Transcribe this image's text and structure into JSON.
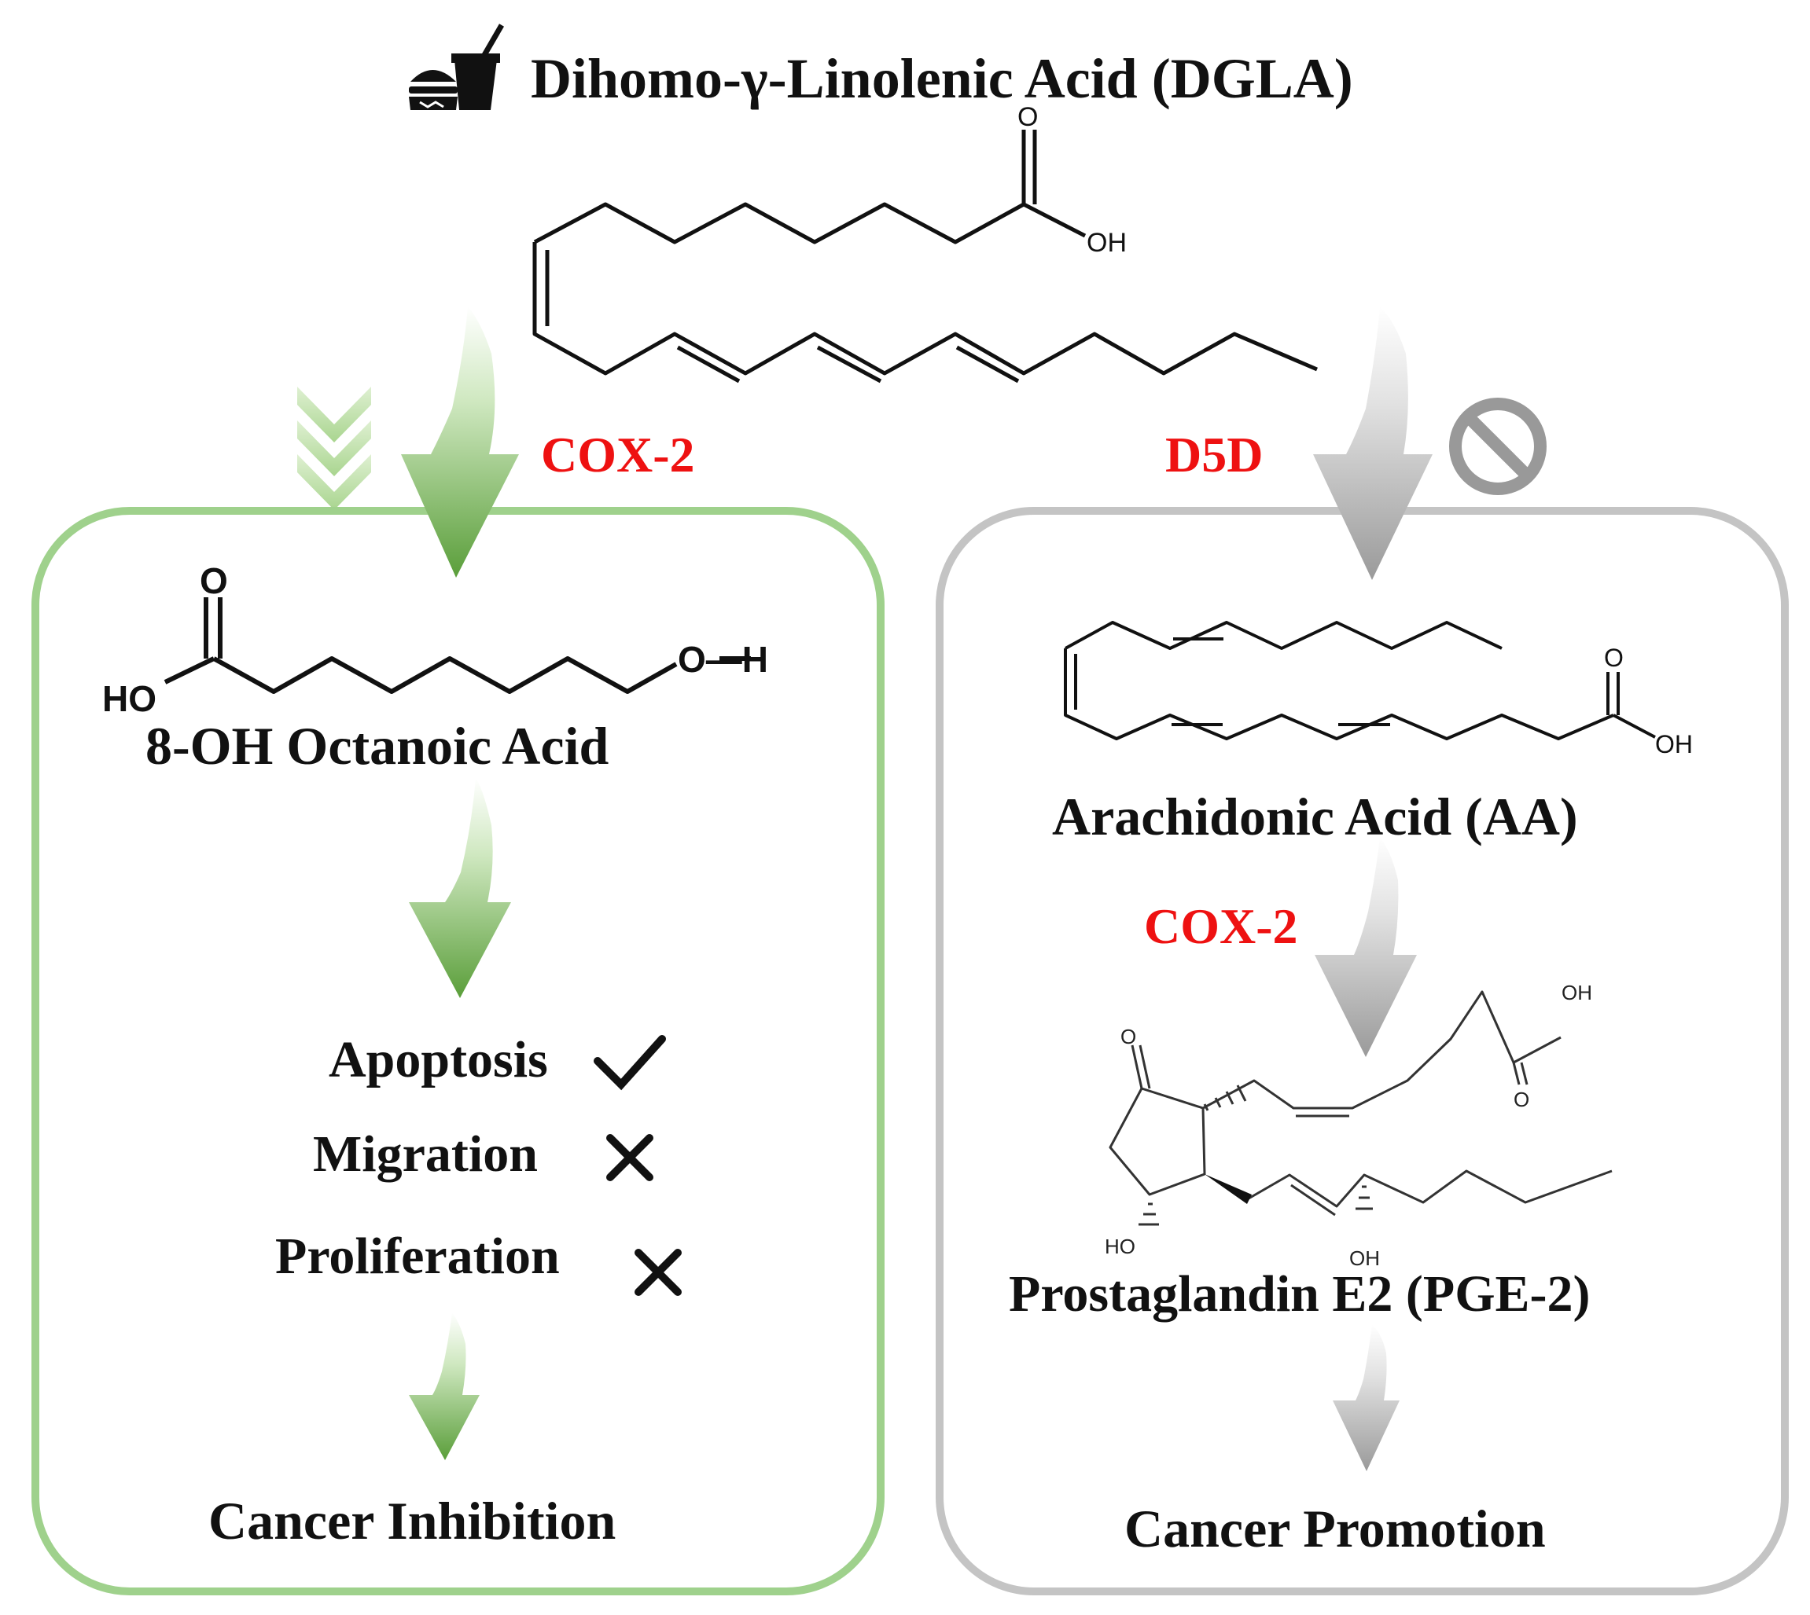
{
  "title": "Dihomo-γ-Linolenic Acid (DGLA)",
  "title_icon": "fast-food-icon",
  "enzymes": {
    "left": "COX-2",
    "right": "D5D",
    "right_second": "COX-2",
    "color": "#ee1111"
  },
  "left_panel": {
    "product": "8-OH Octanoic Acid",
    "effects": [
      {
        "label": "Apoptosis",
        "mark": "✓",
        "icon": "check-icon"
      },
      {
        "label": "Migration",
        "mark": "✕",
        "icon": "cross-icon"
      },
      {
        "label": "Proliferation",
        "mark": "✕",
        "icon": "cross-icon"
      }
    ],
    "outcome": "Cancer Inhibition",
    "border_color": "#9fd18c",
    "arrow_color": "#5a9e3a"
  },
  "right_panel": {
    "product": "Arachidonic Acid (AA)",
    "product_2": "Prostaglandin E2 (PGE-2)",
    "outcome": "Cancer Promotion",
    "border_color": "#c4c4c4",
    "arrow_color": "#9d9d9d",
    "blocked_icon": "prohibited-icon"
  },
  "atoms": {
    "dgla": {
      "O": "O",
      "OH": "OH"
    },
    "octanoic": {
      "O": "O",
      "HO": "HO",
      "OH": "O—H"
    },
    "aa": {
      "O": "O",
      "OH": "OH"
    },
    "pge2": {
      "OH_top": "OH",
      "O_top": "O",
      "O_ring": "O",
      "HO": "HO",
      "OH_side": "OH"
    }
  }
}
